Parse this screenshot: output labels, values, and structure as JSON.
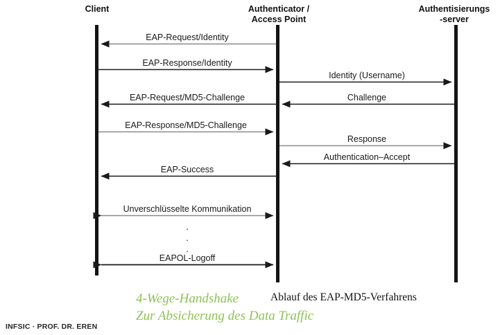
{
  "diagram": {
    "title_caption": "Ablauf des EAP-MD5-Verfahrens",
    "annotation_line1": "4-Wege-Handshake",
    "annotation_line2": "Zur Absicherung des Data Traffic",
    "annotation_color": "#8dc254",
    "line_color_black": "#1a1a1a",
    "line_color_gray": "#8a8a8a",
    "lifeline_color": "#141414"
  },
  "actors": [
    {
      "id": "client",
      "label_line1": "Client",
      "label_line2": ""
    },
    {
      "id": "authenticator",
      "label_line1": "Authenticator /",
      "label_line2": "Access Point"
    },
    {
      "id": "auth-server",
      "label_line1": "Authentisierungs",
      "label_line2": "-server"
    }
  ],
  "messages": [
    {
      "id": "eap-request-identity",
      "label": "EAP-Request/Identity",
      "from": "authenticator",
      "to": "client",
      "direction": "left",
      "color": "gray"
    },
    {
      "id": "eap-response-identity",
      "label": "EAP-Response/Identity",
      "from": "client",
      "to": "authenticator",
      "direction": "right",
      "color": "black"
    },
    {
      "id": "identity-username",
      "label": "Identity (Username)",
      "from": "authenticator",
      "to": "auth-server",
      "direction": "right",
      "color": "black"
    },
    {
      "id": "challenge",
      "label": "Challenge",
      "from": "auth-server",
      "to": "authenticator",
      "direction": "left",
      "color": "black"
    },
    {
      "id": "eap-request-md5-challenge",
      "label": "EAP-Request/MD5-Challenge",
      "from": "authenticator",
      "to": "client",
      "direction": "left",
      "color": "black"
    },
    {
      "id": "eap-response-md5-challenge",
      "label": "EAP-Response/MD5-Challenge",
      "from": "client",
      "to": "authenticator",
      "direction": "right",
      "color": "gray"
    },
    {
      "id": "response",
      "label": "Response",
      "from": "authenticator",
      "to": "auth-server",
      "direction": "right",
      "color": "gray"
    },
    {
      "id": "authentication-accept",
      "label": "Authentication–Accept",
      "from": "auth-server",
      "to": "authenticator",
      "direction": "left",
      "color": "black"
    },
    {
      "id": "eap-success",
      "label": "EAP-Success",
      "from": "authenticator",
      "to": "client",
      "direction": "left",
      "color": "black"
    },
    {
      "id": "unverschluesselte-kommunikation",
      "label": "Unverschlüsselte Kommunikation",
      "from": "client",
      "to": "authenticator",
      "direction": "both",
      "color": "gray"
    },
    {
      "id": "eapol-logoff",
      "label": "EAPOL-Logoff",
      "from": "client",
      "to": "authenticator",
      "direction": "both",
      "color": "black"
    }
  ],
  "continuation_dots": "·",
  "footer": {
    "text": "INFSIC · PROF. DR. EREN"
  }
}
